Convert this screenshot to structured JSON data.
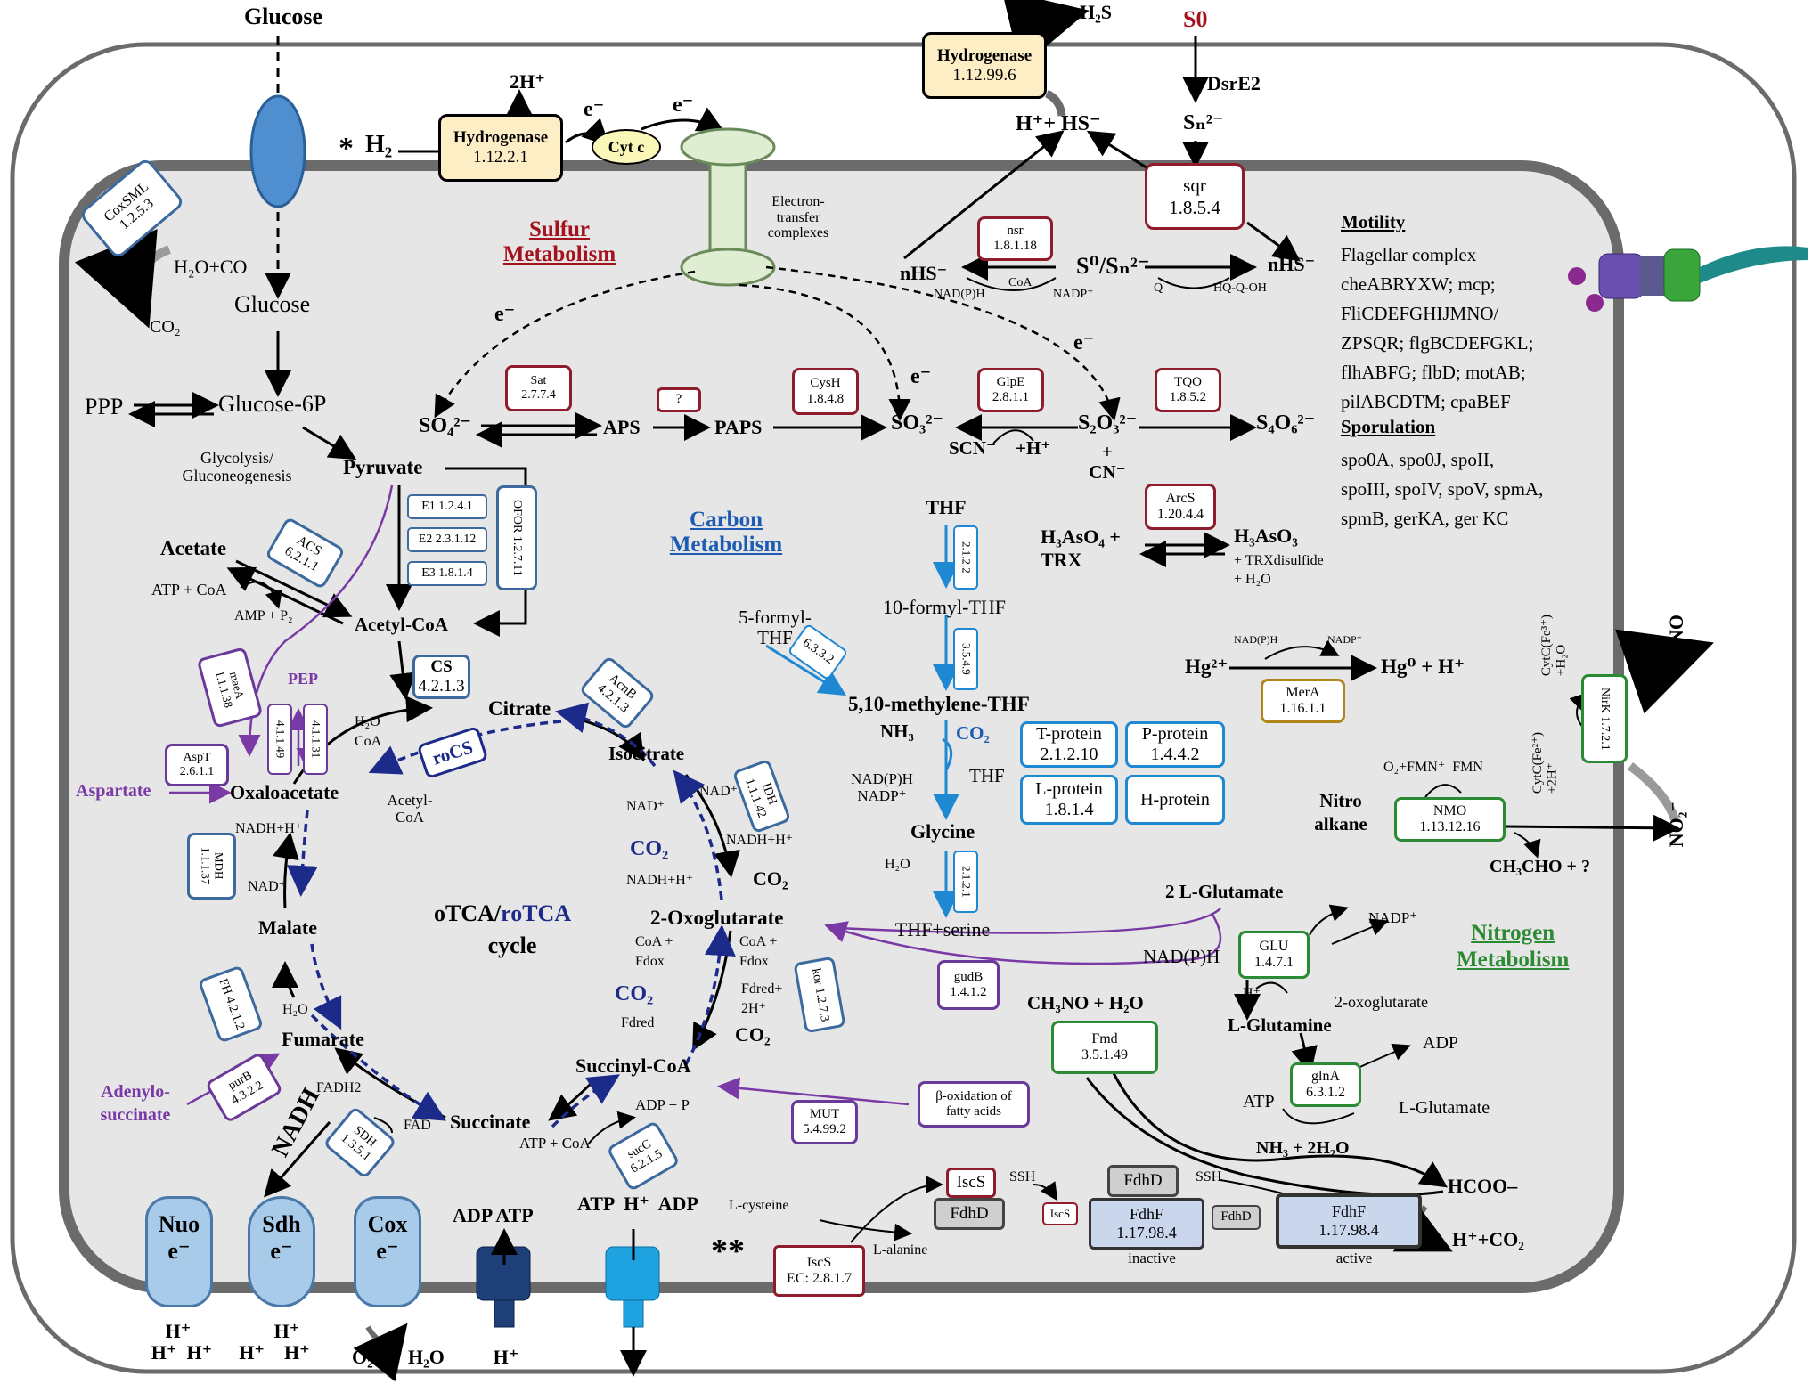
{
  "glucose_top": "Glucose",
  "h2": "H₂",
  "asterisk1": "*",
  "asterisk2": "**",
  "hyd1": {
    "name": "Hydrogenase",
    "ec": "1.12.2.1"
  },
  "hyd2": {
    "name": "Hydrogenase",
    "ec": "1.12.99.6"
  },
  "two_h_plus": "2H⁺",
  "e_minus": "e⁻",
  "cytc": "Cyt c",
  "h2s": "H₂S",
  "s0": "S0",
  "dsre2": "DsrE2",
  "sn2": "Sₙ²⁻",
  "h_hs": "H⁺+ HS⁻",
  "sqr": {
    "name": "sqr",
    "ec": "1.8.5.4"
  },
  "nsr": {
    "name": "nsr",
    "ec": "1.8.1.18"
  },
  "nhs_left": "nHS⁻",
  "nhs_right": "nHS⁻",
  "s0_sn": "S⁰/Sₙ²⁻",
  "nadph_l": "NAD(P)H",
  "coa_s": "CoA",
  "nadp_l": "NADP⁺",
  "q": "Q",
  "hqqoh": "HQ-Q-OH",
  "etc_label": "Electron-\ntransfer\ncomplexes",
  "sulfur_title": "Sulfur\nMetabolism",
  "carbon_title": "Carbon\nMetabolism",
  "nitrogen_title": "Nitrogen\nMetabolism",
  "coxsml": {
    "name": "CoxSML",
    "ec": "1.2.5.3"
  },
  "h2o_co": "H₂O+CO",
  "co2_a": "CO₂",
  "glucose_in": "Glucose",
  "ppp": "PPP",
  "glucose6p": "Glucose-6P",
  "glyco": "Glycolysis/\nGluconeogenesis",
  "pyruvate": "Pyruvate",
  "e1": "E1 1.2.4.1",
  "e2": "E2 2.3.1.12",
  "e3": "E3 1.8.1.4",
  "ofor": "OFOR 1.2.7.11",
  "acetate": "Acetate",
  "acs": {
    "name": "ACS",
    "ec": "6.2.1.1"
  },
  "atp_coa": "ATP + CoA",
  "amp_p2": "AMP + P₂",
  "acetylcoa": "Acetyl-CoA",
  "so4": "SO₄²⁻",
  "aps": "APS",
  "paps": "PAPS",
  "so3": "SO₃²⁻",
  "s2o3": "S₂O₃²⁻",
  "s4o6": "S₄O₆²⁻",
  "scn": "SCN⁻",
  "hplus": "+H⁺",
  "plus_cn": "+\nCN⁻",
  "sat": {
    "name": "Sat",
    "ec": "2.7.7.4"
  },
  "q_box": "?",
  "cysh": {
    "name": "CysH",
    "ec": "1.8.4.8"
  },
  "glpe": {
    "name": "GlpE",
    "ec": "2.8.1.1"
  },
  "tqo": {
    "name": "TQO",
    "ec": "1.8.5.2"
  },
  "motility_title": "Motility",
  "motility_lines": [
    "Flagellar complex",
    "cheABRYXW; mcp;",
    "FliCDEFGHIJMNO/",
    "ZPSQR; flgBCDEFGKL;",
    "flhABFG; flbD; motAB;",
    "pilABCDTM; cpaBEF"
  ],
  "sporulation_title": "Sporulation",
  "sporulation_lines": [
    "spo0A, spo0J, spoII,",
    "spoIII, spoIV, spoV, spmA,",
    "spmB,  gerKA, ger KC"
  ],
  "thf": "THF",
  "thf_ec1": "2.1.2.2",
  "formyl10": "10-formyl-THF",
  "formyl5": "5-formyl-\nTHF",
  "ec6332": "6.3.3.2",
  "ec3549": "3.5.4.9",
  "methylene": "5,10-methylene-THF",
  "nh3": "NH₃",
  "co2_blue": "CO₂",
  "nadph_g": "NAD(P)H\nNADP⁺",
  "thf2": "THF",
  "glycine": "Glycine",
  "h2o_g": "H₂O",
  "ec2121": "2.1.2.1",
  "thf_serine": "THF+serine",
  "tprot": {
    "name": "T-protein",
    "ec": "2.1.2.10"
  },
  "pprot": {
    "name": "P-protein",
    "ec": "1.4.4.2"
  },
  "lprot": {
    "name": "L-protein",
    "ec": "1.8.1.4"
  },
  "hprot": {
    "name": "H-protein"
  },
  "arcs": {
    "name": "ArcS",
    "ec": "1.20.4.4"
  },
  "h3aso4": "H₃AsO₄ +\nTRX",
  "h3aso3": "H₃AsO₃",
  "trx_h2o": "+ TRXdisulfide\n+ H₂O",
  "hg2": "Hg²⁺",
  "hg0": "Hg⁰ + H⁺",
  "nadph_m": "NAD(P)H",
  "nadp_m": "NADP⁺",
  "mera": {
    "name": "MerA",
    "ec": "1.16.1.1"
  },
  "no": "NO",
  "no2": "NO₂⁻",
  "nirk": {
    "name": "NirK",
    "ec": "1.7.2.1"
  },
  "cytc_fe3": "CytC(Fe³⁺)\n+H₂O",
  "cytc_fe2": "CytC(Fe²⁺)\n+2H⁺",
  "o2fmn": "O₂+FMN⁺  FMN",
  "nitroalkane": "Nitro\nalkane",
  "nmo": {
    "name": "NMO",
    "ec": "1.13.12.16"
  },
  "ch3cho": "CH₃CHO + ?",
  "lglu2": "2 L-Glutamate",
  "nadp_n": "NADP⁺",
  "nadph_n": "NAD(P)H",
  "glu": {
    "name": "GLU",
    "ec": "1.4.7.1"
  },
  "h_n": "H⁺",
  "oxoglu": "2-oxoglutarate",
  "lglutamine": "L-Glutamine",
  "adp_n": "ADP",
  "atp_n": "ATP",
  "glna": {
    "name": "glnA",
    "ec": "6.3.1.2"
  },
  "lglutamate2": "L-Glutamate",
  "nh3_h2o": "NH₃ + 2H₂O",
  "ch3no": "CH₃NO + H₂O",
  "fmd": {
    "name": "Fmd",
    "ec": "3.5.1.49"
  },
  "gudb": {
    "name": "gudB",
    "ec": "1.4.1.2"
  },
  "citrate": "Citrate",
  "cs": {
    "name": "CS",
    "ec": "4.2.1.3"
  },
  "rocs": "roCS",
  "h2o_coa": "H₂O\nCoA",
  "acetylcoa2": "Acetyl-\nCoA",
  "acnb": {
    "name": "AcnB",
    "ec": "4.2.1.3"
  },
  "isocitrate": "Isocitrate",
  "idh": {
    "name": "IDH",
    "ec": "1.1.1.42"
  },
  "nad_i": "NAD⁺",
  "nadh_i": "NADH+H⁺",
  "co2_i": "CO₂",
  "nad_i2": "NAD⁺",
  "co2_b1": "CO₂",
  "nadh_i2": "NADH+H⁺",
  "oxoglutarate": "2-Oxoglutarate",
  "coa_fdox_l": "CoA +\nFdox",
  "coa_fdox_r": "CoA +\nFdox",
  "fdred_r": "Fdred+\n2H⁺",
  "co2_k": "CO₂",
  "co2_b2": "CO₂",
  "fdred_l": "Fdred",
  "kor": {
    "name": "kor",
    "ec": "1.2.7.3"
  },
  "succinylcoa": "Succinyl-CoA",
  "mut": {
    "name": "MUT",
    "ec": "5.4.99.2"
  },
  "beta": "β-oxidation of\nfatty acids",
  "adp_p": "ADP + P",
  "atp_coa2": "ATP + CoA",
  "succ": {
    "name": "sucC",
    "ec": "6.2.1.5"
  },
  "succinate": "Succinate",
  "otca": "oTCA/",
  "rotca": "roTCA",
  "cycle": "cycle",
  "oxaloacetate": "Oxaloacetate",
  "pep": "PEP",
  "maea": {
    "name": "maeA",
    "ec": "1.1.1.38"
  },
  "ec4149": "4.1.1.49",
  "ec41131": "4.1.1.31",
  "aspt": {
    "name": "AspT",
    "ec": "2.6.1.1"
  },
  "aspartate": "Aspartate",
  "nadh_m": "NADH+H⁺",
  "nad_m": "NAD⁺",
  "mdh": {
    "name": "MDH",
    "ec": "1.1.1.37"
  },
  "malate": "Malate",
  "fh": {
    "name": "FH",
    "ec": "4.2.1.2"
  },
  "h2o_f": "H₂O",
  "fumarate": "Fumarate",
  "adenylo": "Adenylo-\nsuccinate",
  "purb": {
    "name": "purB",
    "ec": "4.3.2.2"
  },
  "fadh2": "FADH2",
  "fad": "FAD",
  "sdh": {
    "name": "SDH",
    "ec": "1.3.5.1"
  },
  "nadh_big": "NADH",
  "nuo": "Nuo",
  "sdh_c": "Sdh",
  "cox": "Cox",
  "hplus_rows": [
    "H⁺",
    "H⁺  H⁺",
    "H⁺",
    "H⁺    H⁺"
  ],
  "o2": "O₂",
  "h2o_o": "H₂O",
  "adp_atp1": "ADP ATP",
  "h_atp1": "H⁺",
  "atp_adp2": "ATP  H⁺  ADP",
  "lcysteine": "L-cysteine",
  "lalanine": "L-alanine",
  "iscs_big": {
    "name": "IscS",
    "ec": "EC: 2.8.1.7"
  },
  "iscs1": "IscS",
  "fdhd1": "FdhD",
  "ssh": "SSH",
  "fdhd2": "FdhD",
  "iscs_small": "IscS",
  "fdhf_in": {
    "name": "FdhF",
    "ec": "1.17.98.4",
    "state": "inactive"
  },
  "ssh2": "SSH",
  "fdhd3": "FdhD",
  "fdhf_act": {
    "name": "FdhF",
    "ec": "1.17.98.4",
    "state": "active"
  },
  "hcoo": "HCOO–",
  "h_co2": "H⁺+CO₂",
  "colors": {
    "sulfur": "#a4131d",
    "carbon": "#1e5cb3",
    "nitrogen": "#2d8a34",
    "purple": "#7a3aa5",
    "membrane": "#6b6b6b",
    "cytoplasm": "#e6e6e6"
  }
}
